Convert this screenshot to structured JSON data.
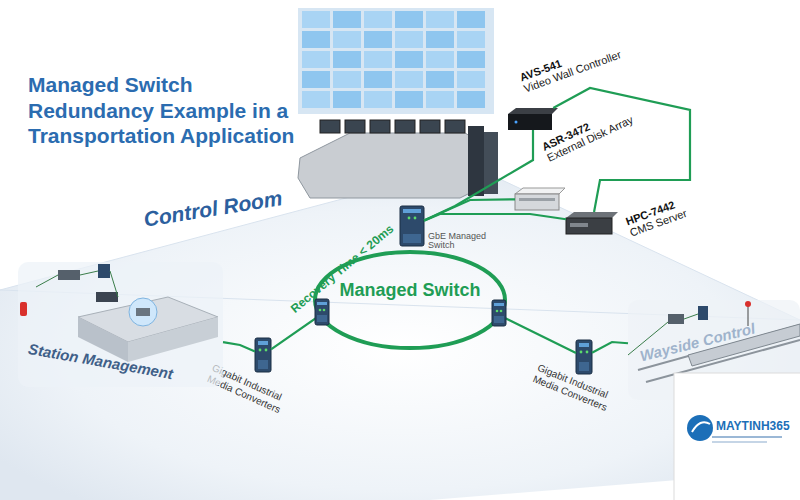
{
  "diagram": {
    "title": "Managed Switch Redundancy Example in a Transportation Application",
    "nodes": [
      {
        "text": [
          "Control Room"
        ]
      },
      {
        "text": [
          "AVS-541",
          "Video Wall Controller"
        ]
      },
      {
        "text": [
          "ASR-3472",
          "External Disk Array"
        ]
      },
      {
        "text": [
          "HPC-7442",
          "CMS Server"
        ]
      },
      {
        "text": [
          "GbE Managed Switch"
        ]
      },
      {
        "text": [
          "Managed Switch"
        ]
      },
      {
        "text": [
          "Gigabit Industrial Media Converters"
        ]
      },
      {
        "text": [
          "Gigabit Industrial Media Converters"
        ]
      },
      {
        "text": [
          "Station Management"
        ]
      },
      {
        "text": [
          "Wayside Control"
        ]
      }
    ],
    "edges": [
      {
        "from": 4,
        "to": 1,
        "arrow": "none"
      },
      {
        "from": 4,
        "to": 2,
        "arrow": "none"
      },
      {
        "from": 4,
        "to": 3,
        "arrow": "none"
      },
      {
        "from": 1,
        "to": 3,
        "arrow": "none"
      },
      {
        "from": 6,
        "to": 5,
        "arrow": "none"
      },
      {
        "from": 7,
        "to": 5,
        "arrow": "none"
      },
      {
        "from": 6,
        "to": 8,
        "arrow": "none"
      },
      {
        "from": 7,
        "to": 9,
        "arrow": "none"
      }
    ],
    "labels": [
      "Recovery Time < 20ms",
      "MAYTINH365"
    ]
  }
}
